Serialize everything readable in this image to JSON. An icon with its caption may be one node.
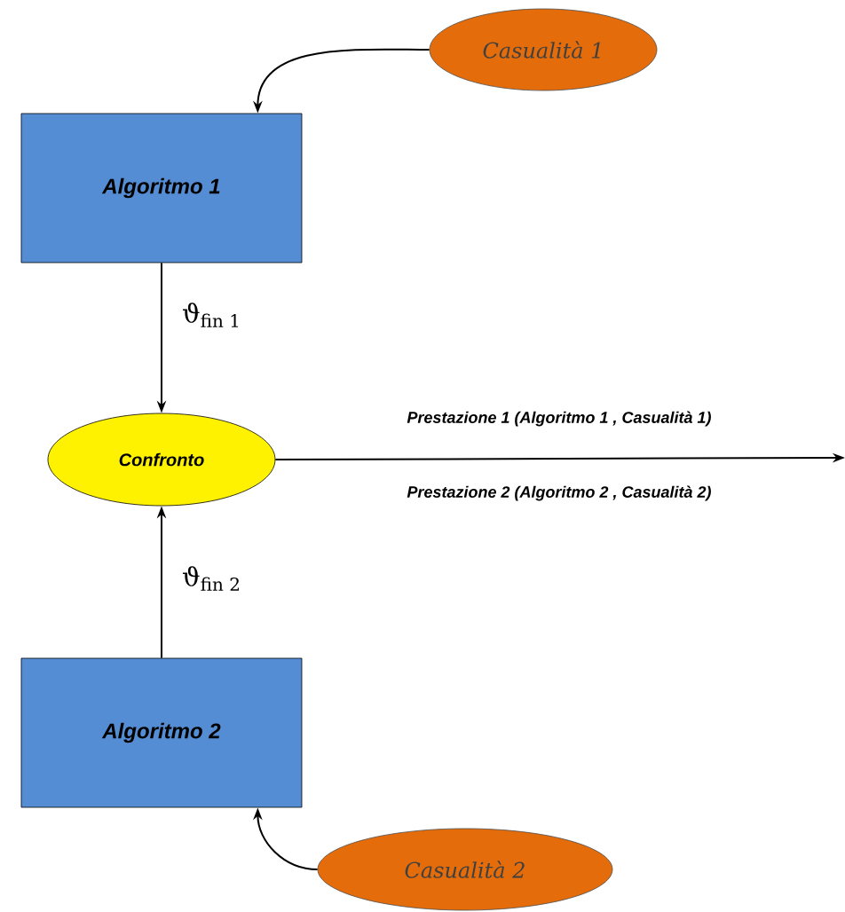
{
  "diagram": {
    "nodes": [
      {
        "text": [
          "Casualità 1"
        ]
      },
      {
        "text": [
          "Algoritmo 1"
        ]
      },
      {
        "text": [
          "Confronto"
        ]
      },
      {
        "text": [
          "Algoritmo 2"
        ]
      },
      {
        "text": [
          "Casualità 2"
        ]
      }
    ],
    "edges": [
      {
        "from": 0,
        "to": 1,
        "arrow": "to"
      },
      {
        "from": 4,
        "to": 3,
        "arrow": "to"
      },
      {
        "from": 1,
        "to": 2,
        "arrow": "to",
        "label": "ϑ$_{fin 1}$"
      },
      {
        "from": 3,
        "to": 2,
        "arrow": "to",
        "label": "ϑ$_{fin 2}$"
      },
      {
        "from": 2,
        "to": null,
        "arrow": "to",
        "label": "Prestazione 1  (Algoritmo 1 , Casualità 1)"
      }
    ],
    "labels": [
      "Prestazione 2  (Algoritmo 2 , Casualità 2)"
    ]
  }
}
